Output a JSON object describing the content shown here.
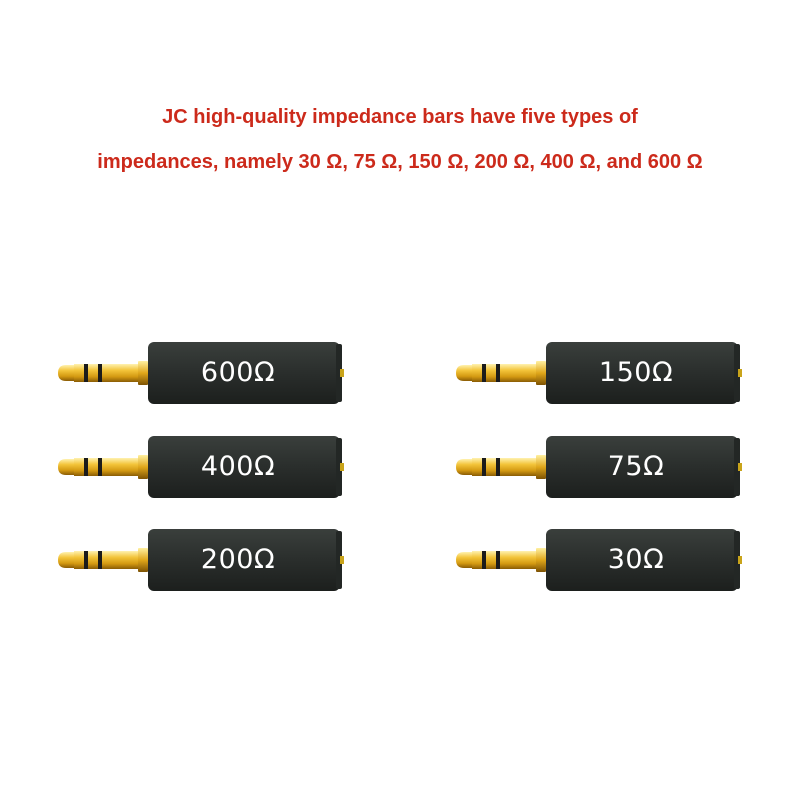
{
  "headline": {
    "line1": "JC high-quality impedance bars have five types of",
    "line2": "impedances, namely 30 Ω, 75 Ω, 150 Ω, 200 Ω, 400 Ω, and 600 Ω"
  },
  "colors": {
    "headline": "#cc2a1b",
    "plug_body": "#2b2f2d",
    "gold": "#e2a91a",
    "label": "#ffffff"
  },
  "plugs": [
    {
      "label": "600Ω"
    },
    {
      "label": "400Ω"
    },
    {
      "label": "200Ω"
    },
    {
      "label": "150Ω"
    },
    {
      "label": "75Ω"
    },
    {
      "label": "30Ω"
    }
  ]
}
